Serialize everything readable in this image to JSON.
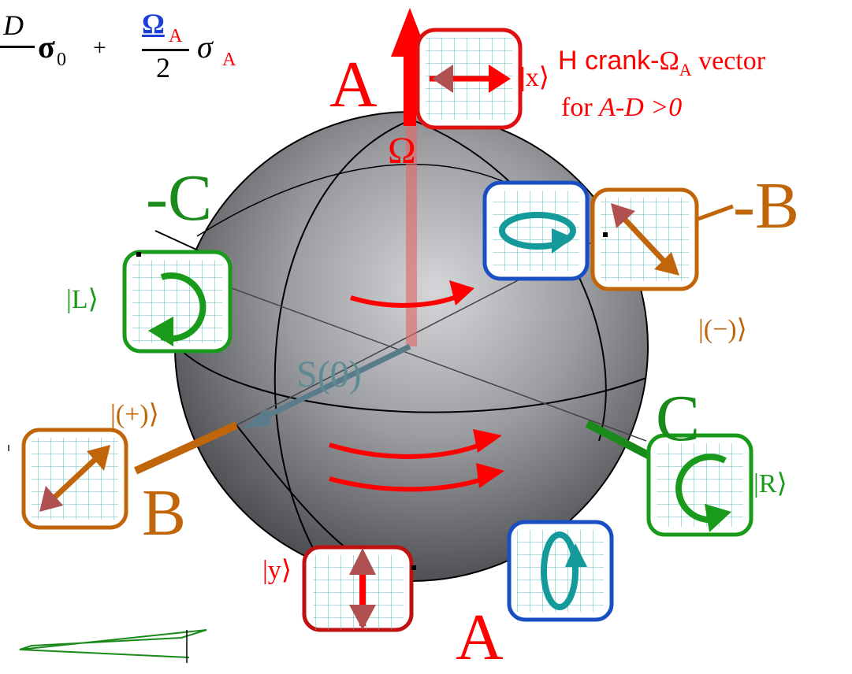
{
  "formula": {
    "frac1_num": "D",
    "frac1_sym": "σ",
    "frac1_sub": "0",
    "plus": "+",
    "frac2_num": "Ω",
    "frac2_num_sub": "A",
    "frac2_den": "2",
    "frac2_sym": "σ",
    "frac2_sub": "A"
  },
  "axes": {
    "A_top": "A",
    "A_bottom": "A",
    "B": "B",
    "minus_B": "-B",
    "C": "C",
    "minus_C": "-C",
    "omega": "Ω",
    "S0": "S(0)"
  },
  "kets": {
    "x": "|x⟩",
    "y": "|y⟩",
    "L": "|L⟩",
    "R": "|R⟩",
    "plus": "|(+)⟩",
    "minus": "|(−)⟩"
  },
  "annotation": {
    "line1_prefix": "H crank-",
    "line1_omega": "Ω",
    "line1_sub": "A",
    "line1_suffix": " vector",
    "line2_prefix": "for ",
    "line2_math": "A-D >0"
  },
  "colors": {
    "A": "#ff0000",
    "B": "#c0650a",
    "C": "#1a9a1a",
    "blue_frame": "#1a4fc4",
    "teal": "#149a9a",
    "sphere": "#8a8c90"
  }
}
